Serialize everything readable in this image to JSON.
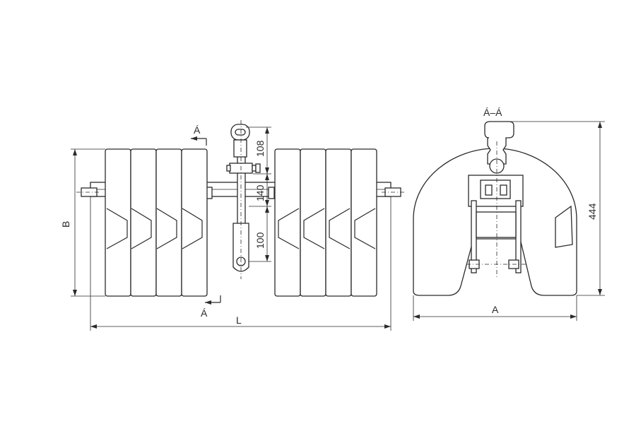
{
  "drawing": {
    "section_marker_top": "Á",
    "section_marker_bottom": "Á",
    "section_title": "Á–Á",
    "dimensions": {
      "length": "L",
      "height": "B",
      "width": "A",
      "overall_height": "444",
      "upper_link": "108",
      "mid_link": "140",
      "lower_link": "100"
    }
  }
}
